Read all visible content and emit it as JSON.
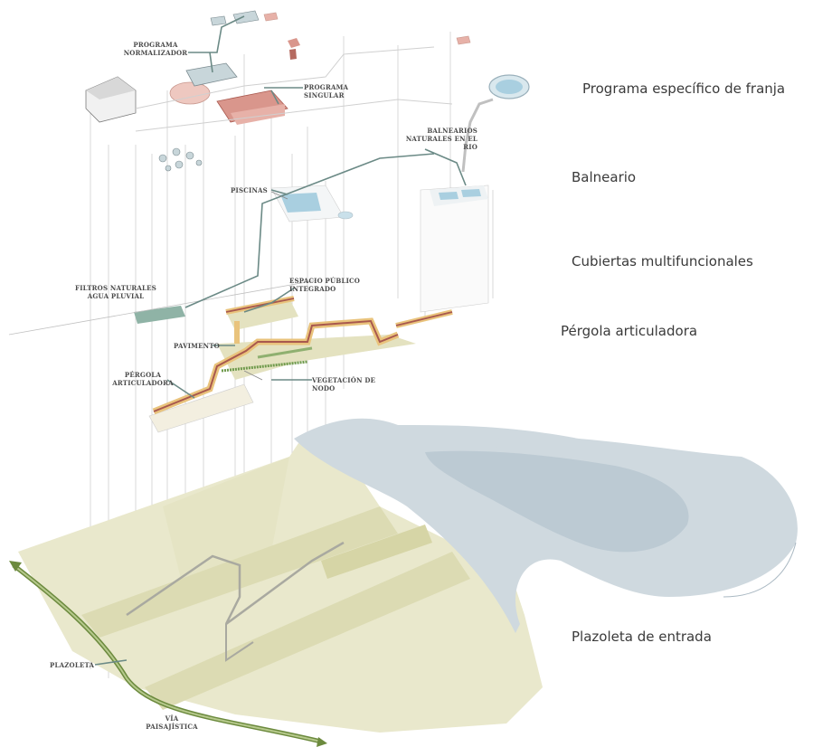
{
  "layers": [
    "Programa específico de franja",
    "Balneario",
    "Cubiertas multifuncionales",
    "Pérgola articuladora",
    "Plazoleta de entrada"
  ],
  "annotations": {
    "programa_normalizador": [
      "PROGRAMA",
      "NORMALIZADOR"
    ],
    "programa_singular": "PROGRAMA SINGULAR",
    "balnearios": [
      "BALNEARIOS",
      "NATURALES EN EL",
      "RIO"
    ],
    "piscinas": "PISCINAS",
    "filtros": [
      "FILTROS NATURALES",
      "AGUA PLUVIAL"
    ],
    "espacio_publico": [
      "ESPACIO PÚBLICO",
      "INTEGRADO"
    ],
    "pavimento": "PAVIMENTO",
    "pergola": [
      "PÉRGOLA",
      "ARTICULADORA"
    ],
    "vegetacion": "VEGETACIÓN DE NODO",
    "plazoleta": "PLAZOLETA",
    "via": [
      "VÍA",
      "PAISAJÍSTICA"
    ]
  },
  "colors": {
    "ground": "#e9e8cc",
    "ground_stripe": "#d9d8ae",
    "water": "#cfd9df",
    "water_deep": "#bccad3",
    "pergola_orange": "#e9c37c",
    "pergola_red": "#a8584e",
    "singular_pink": "#d9968c",
    "pool_blue": "#a9cfe0",
    "filter_green": "#8fb3a6",
    "via_green": "#6c8a3e",
    "guide_line": "#c8c8c8",
    "path_line": "#6b8a86"
  }
}
